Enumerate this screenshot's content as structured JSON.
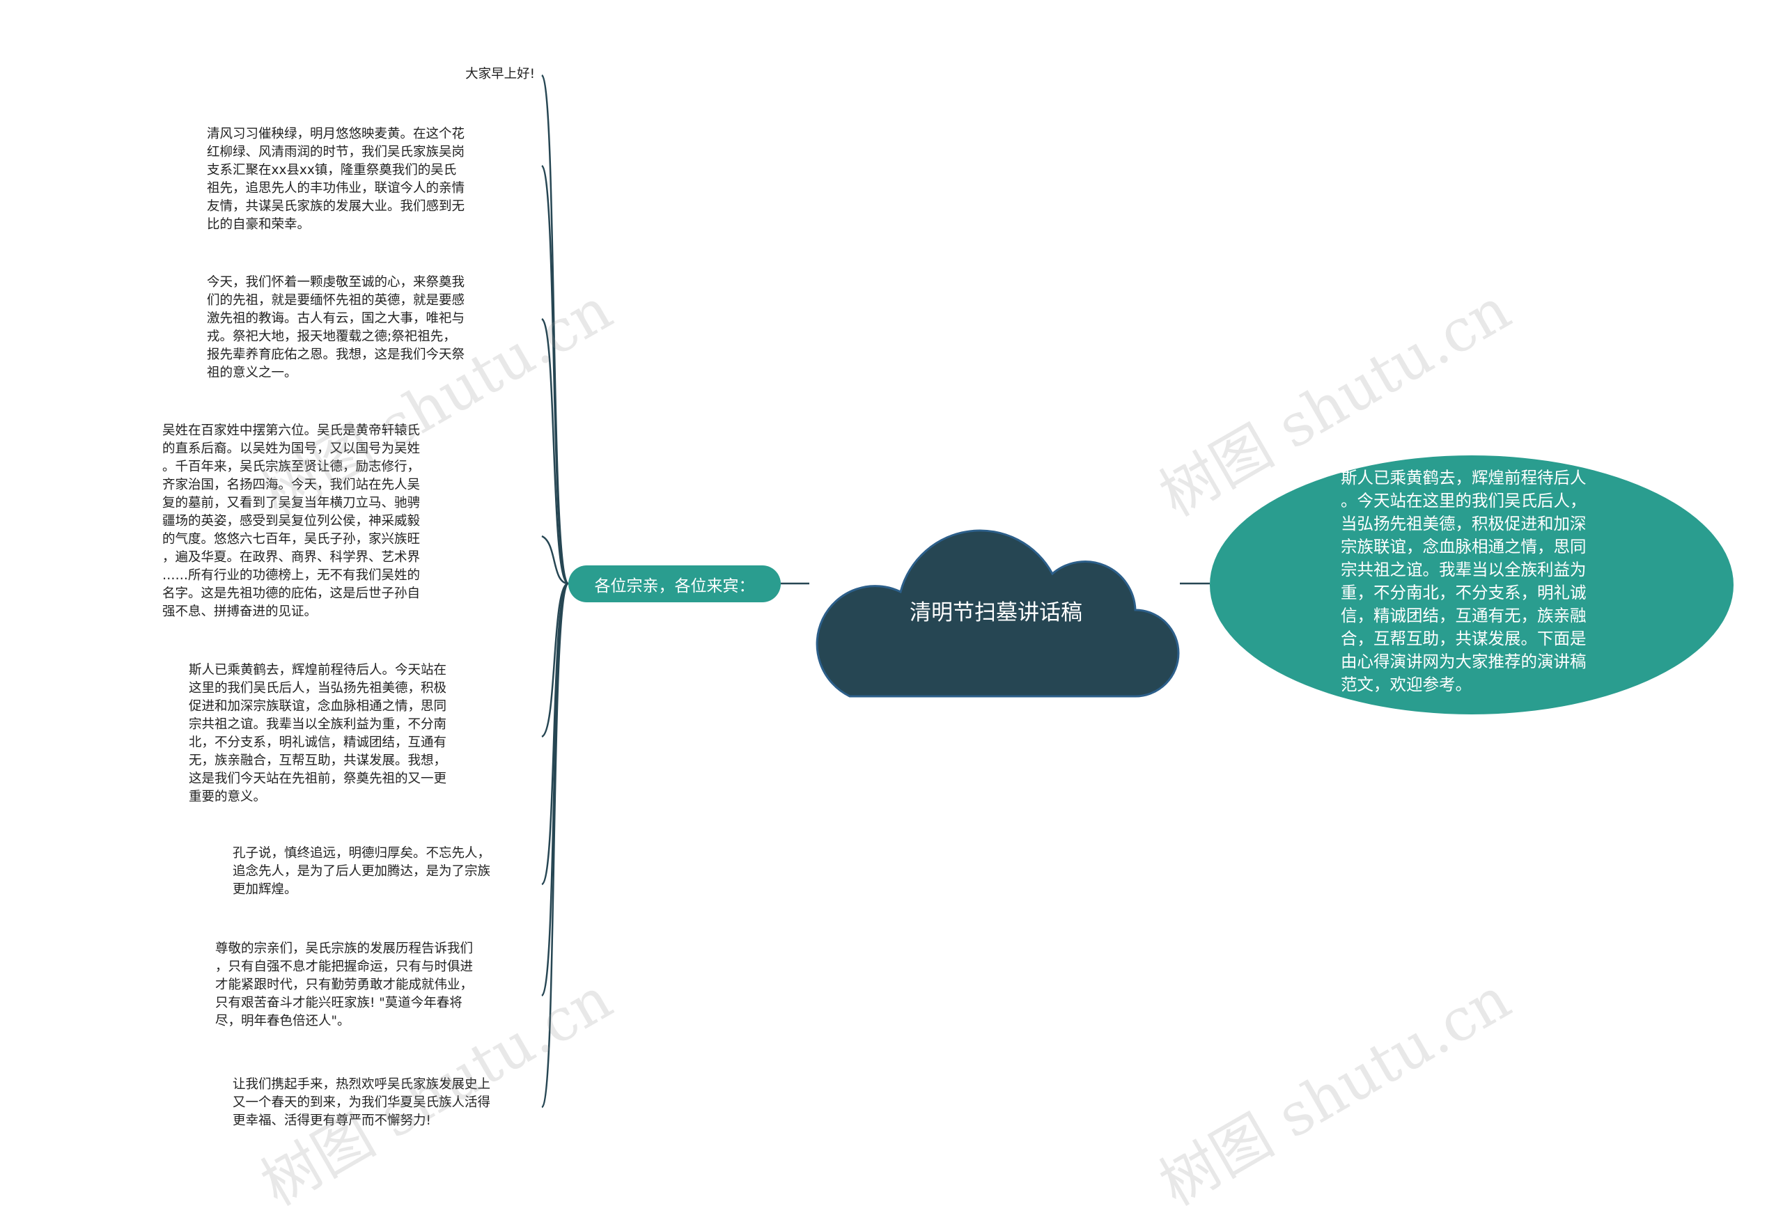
{
  "central": {
    "title": "清明节扫墓讲话稿"
  },
  "left_branch": {
    "label": "各位宗亲，各位来宾：",
    "children": [
      "大家早上好!",
      "清风习习催秧绿，明月悠悠映麦黄。在这个花\n红柳绿、风清雨润的时节，我们吴氏家族吴岗\n支系汇聚在xx县xx镇，隆重祭奠我们的吴氏\n祖先，追思先人的丰功伟业，联谊今人的亲情\n友情，共谋吴氏家族的发展大业。我们感到无\n比的自豪和荣幸。",
      "今天，我们怀着一颗虔敬至诚的心，来祭奠我\n们的先祖，就是要缅怀先祖的英德，就是要感\n激先祖的教诲。古人有云，国之大事，唯祀与\n戎。祭祀大地，报天地覆载之德;祭祀祖先，\n报先辈养育庇佑之恩。我想，这是我们今天祭\n祖的意义之一。",
      "吴姓在百家姓中摆第六位。吴氏是黄帝轩辕氏\n的直系后裔。以吴姓为国号，又以国号为吴姓\n。千百年来，吴氏宗族至贤让德，励志修行，\n齐家治国，名扬四海。今天，我们站在先人吴\n复的墓前，又看到了吴复当年横刀立马、驰骋\n疆场的英姿，感受到吴复位列公侯，神采威毅\n的气度。悠悠六七百年，吴氏子孙，家兴族旺\n，遍及华夏。在政界、商界、科学界、艺术界\n……所有行业的功德榜上，无不有我们吴姓的\n名字。这是先祖功德的庇佑，这是后世子孙自\n强不息、拼搏奋进的见证。",
      "斯人已乘黄鹤去，辉煌前程待后人。今天站在\n这里的我们吴氏后人，当弘扬先祖美德，积极\n促进和加深宗族联谊，念血脉相通之情，思同\n宗共祖之谊。我辈当以全族利益为重，不分南\n北，不分支系，明礼诚信，精诚团结，互通有\n无，族亲融合，互帮互助，共谋发展。我想，\n这是我们今天站在先祖前，祭奠先祖的又一更\n重要的意义。",
      "孔子说，慎终追远，明德归厚矣。不忘先人，\n追念先人，是为了后人更加腾达，是为了宗族\n更加辉煌。",
      "尊敬的宗亲们，吴氏宗族的发展历程告诉我们\n，只有自强不息才能把握命运，只有与时俱进\n才能紧跟时代，只有勤劳勇敢才能成就伟业，\n只有艰苦奋斗才能兴旺家族! \"莫道今年春将\n尽，明年春色倍还人\"。",
      "让我们携起手来，热烈欢呼吴氏家族发展史上\n又一个春天的到来，为我们华夏吴氏族人活得\n更幸福、活得更有尊严而不懈努力!"
    ]
  },
  "right_branch": {
    "text": "斯人已乘黄鹤去，辉煌前程待后人\n。今天站在这里的我们吴氏后人，\n当弘扬先祖美德，积极促进和加深\n宗族联谊，念血脉相通之情，思同\n宗共祖之谊。我辈当以全族利益为\n重，不分南北，不分支系，明礼诚\n信，精诚团结，互通有无，族亲融\n合，互帮互助，共谋发展。下面是\n由心得演讲网为大家推荐的演讲稿\n范文，欢迎参考。"
  },
  "watermark": "树图 shutu.cn",
  "colors": {
    "cloud_fill": "#264653",
    "cloud_stroke": "#2c5f8a",
    "teal": "#2a9d8f",
    "connector": "#264653"
  }
}
